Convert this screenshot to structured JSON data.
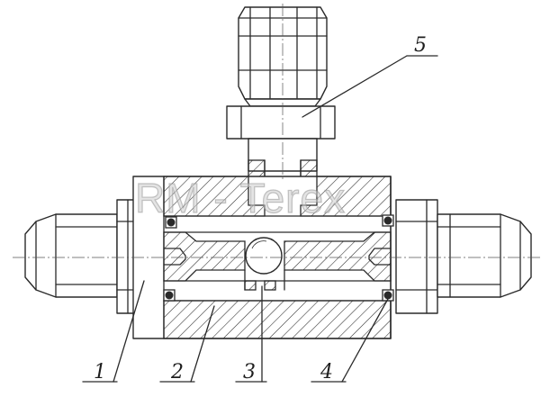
{
  "diagram": {
    "watermark": "RM - Terex",
    "callouts": [
      {
        "id": "1",
        "label": "1"
      },
      {
        "id": "2",
        "label": "2"
      },
      {
        "id": "3",
        "label": "3"
      },
      {
        "id": "4",
        "label": "4"
      },
      {
        "id": "5",
        "label": "5"
      }
    ]
  }
}
